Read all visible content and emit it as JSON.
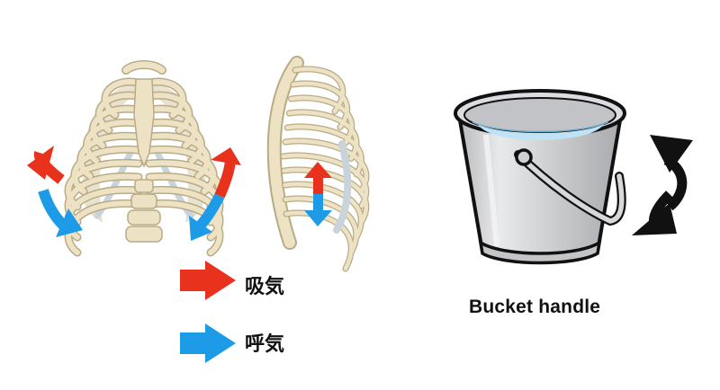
{
  "legend": {
    "inhale_label": "吸気",
    "exhale_label": "呼気"
  },
  "caption": "Bucket handle",
  "colors": {
    "inhale": "#e8321e",
    "exhale": "#1e9be6",
    "bone": "#ede3c4",
    "bone_stroke": "#b9ab86",
    "cartilage": "#c9d3dc",
    "bucket": "#d2d3d5",
    "water": "#bfe3f4",
    "outline": "#111111"
  },
  "icons": [
    "ribcage-front-illustration",
    "ribcage-side-illustration",
    "bucket-illustration",
    "rotation-arrow-icon"
  ]
}
